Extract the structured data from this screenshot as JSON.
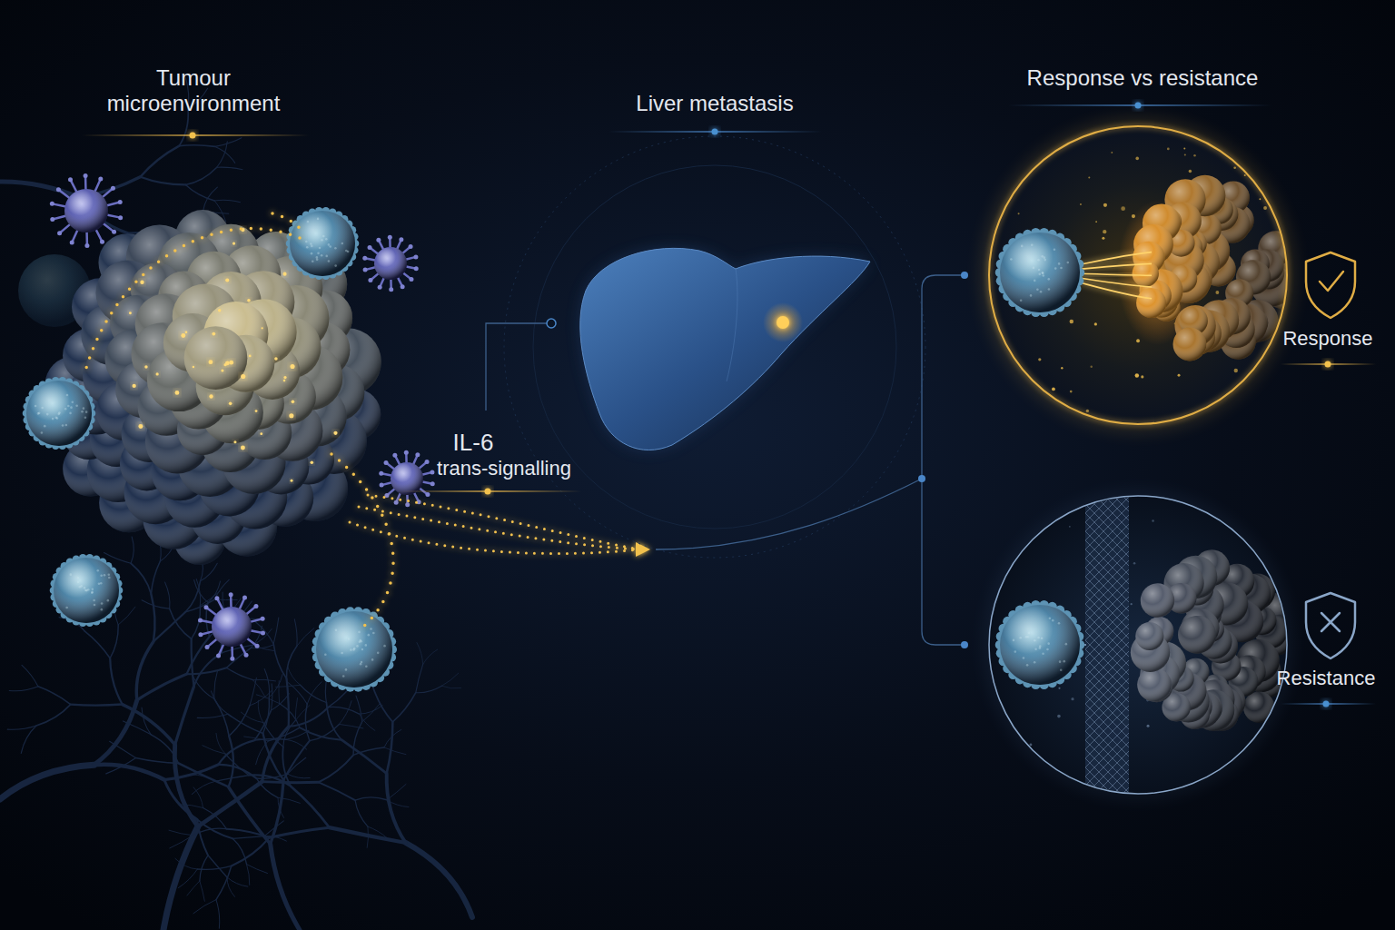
{
  "diagram": {
    "labels": [
      "Tumour microenvironment",
      "Liver metastasis",
      "Response vs resistance",
      "IL-6",
      "trans-signalling",
      "Response",
      "Resistance"
    ]
  }
}
